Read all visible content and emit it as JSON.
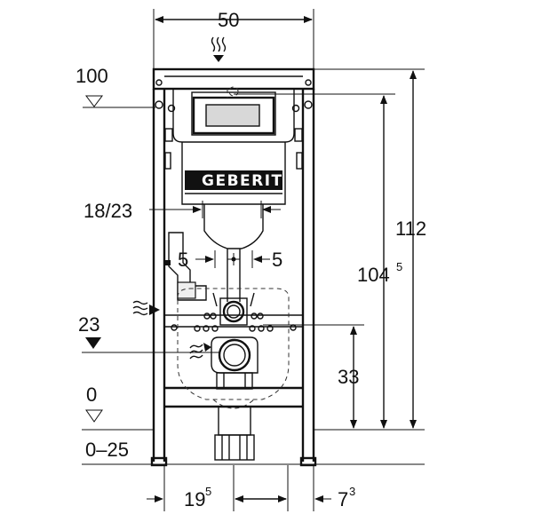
{
  "brand": "GEBERIT",
  "dimensions": {
    "width_top": "50",
    "level_100": "100",
    "height_total": "112",
    "height_frame_base": "104",
    "height_frame_sup": "5",
    "flush_pipe": "18/23",
    "offset_left": "5",
    "offset_right": "5",
    "level_23": "23",
    "height_33": "33",
    "level_0": "0",
    "floor_range": "0–25",
    "bottom_left_base": "19",
    "bottom_left_sup": "5",
    "bottom_right_base": "7",
    "bottom_right_sup": "3"
  },
  "colors": {
    "line": "#111111",
    "panel": "#d8d8d8",
    "background": "#ffffff"
  },
  "icons": [
    "water-supply-icon",
    "water-inlet-icon",
    "drain-flow-icon",
    "level-triangle-icon"
  ]
}
